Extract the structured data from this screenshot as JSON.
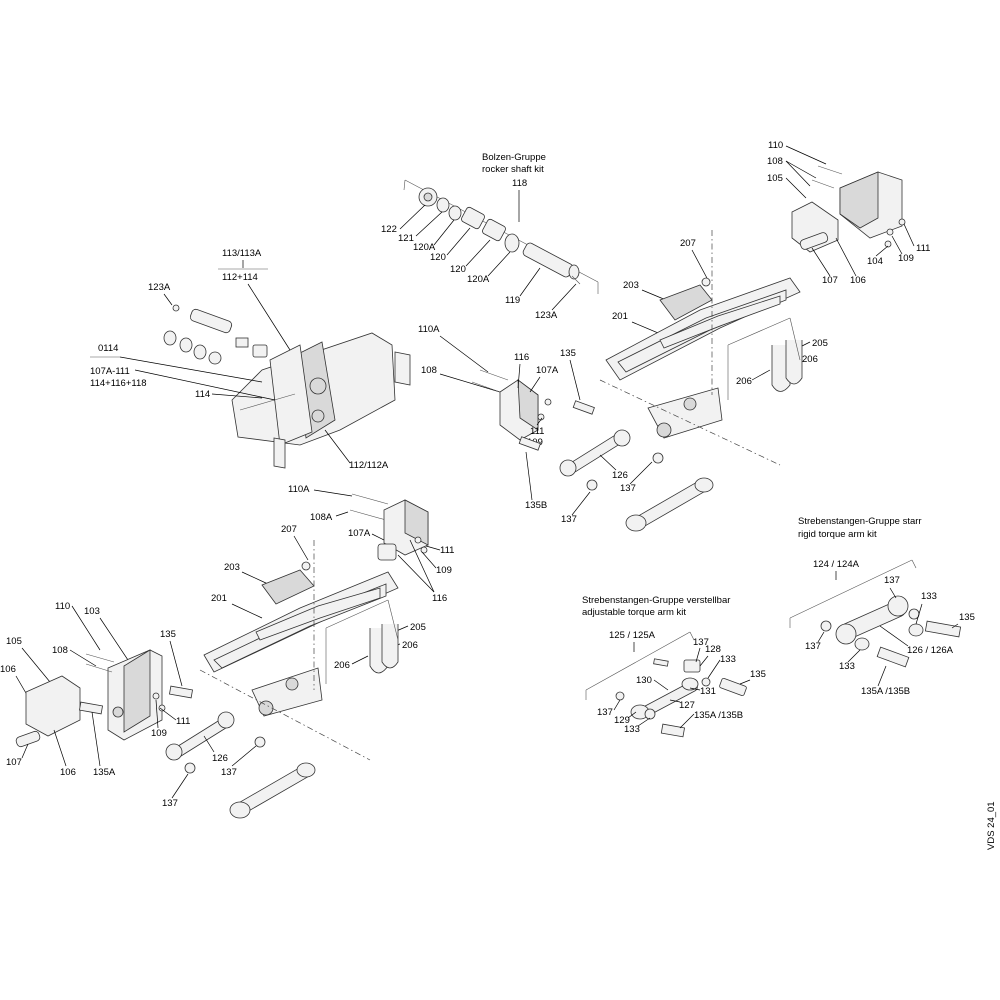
{
  "kits": {
    "rocker_shaft_de": "Bolzen-Gruppe",
    "rocker_shaft_en": "rocker shaft kit",
    "adjustable_de": "Strebenstangen-Gruppe verstellbar",
    "adjustable_en": "adjustable torque arm kit",
    "rigid_de": "Strebenstangen-Gruppe starr",
    "rigid_en": "rigid torque arm kit"
  },
  "drawing_id": "VDS 24_01",
  "labels": {
    "l118": "118",
    "l122": "122",
    "l121": "121",
    "l120A_1": "120A",
    "l120_1": "120",
    "l120_2": "120",
    "l120A_2": "120A",
    "l119": "119",
    "l123A_top": "123A",
    "l113": "113/113A",
    "l112p114": "112+114",
    "l123A_left": "123A",
    "l0114": "0114",
    "l107A111": "107A-111",
    "l114group": "114+116+118",
    "l114": "114",
    "l112": "112/112A",
    "l110A_mid": "110A",
    "l108_mid": "108",
    "l116_mid": "116",
    "l107A_mid": "107A",
    "l135_mid": "135",
    "l111_mid": "111",
    "l109_mid": "109",
    "l126_mid": "126",
    "l137_mid1": "137",
    "l135B_mid": "135B",
    "l137_mid2": "137",
    "l207_tr": "207",
    "l203_tr": "203",
    "l201_tr": "201",
    "l205_tr": "205",
    "l206_tr1": "206",
    "l206_tr2": "206",
    "l110_tr": "110",
    "l108_tr": "108",
    "l105_tr": "105",
    "l111_tr": "111",
    "l109_tr": "109",
    "l104_tr": "104",
    "l107_tr": "107",
    "l106_tr": "106",
    "l110A_low": "110A",
    "l108A_low": "108A",
    "l107A_low": "107A",
    "l111_low": "111",
    "l109_low": "109",
    "l116_low": "116",
    "l207_low": "207",
    "l203_low": "203",
    "l201_low": "201",
    "l205_low": "205",
    "l206_low1": "206",
    "l206_low2": "206",
    "l110_bl": "110",
    "l103_bl": "103",
    "l108_bl": "108",
    "l105_bl": "105",
    "l106_bl1": "106",
    "l135_bl": "135",
    "l111_bl": "111",
    "l109_bl": "109",
    "l107_bl": "107",
    "l106_bl2": "106",
    "l135A_bl": "135A",
    "l126_bl": "126",
    "l137_bl1": "137",
    "l137_bl2": "137",
    "l125": "125 / 125A",
    "l137_adj1": "137",
    "l128": "128",
    "l133_adj1": "133",
    "l130": "130",
    "l131": "131",
    "l135_adj": "135",
    "l127": "127",
    "l137_adj2": "137",
    "l129": "129",
    "l133_adj2": "133",
    "l135AB_adj": "135A /135B",
    "l124": "124 / 124A",
    "l137_rig1": "137",
    "l133_rig1": "133",
    "l135_rig": "135",
    "l137_rig2": "137",
    "l126_rig": "126 / 126A",
    "l133_rig2": "133",
    "l135AB_rig": "135A /135B"
  }
}
